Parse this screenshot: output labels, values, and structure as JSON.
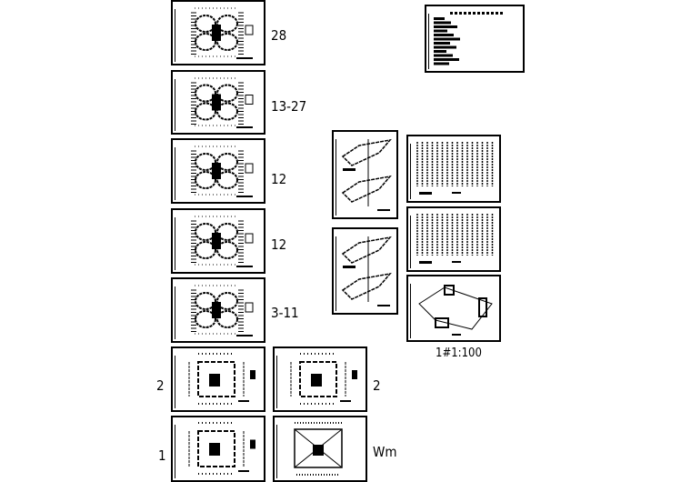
{
  "sheets": [
    {
      "id": "floor-28",
      "kind": "plan",
      "label": "28"
    },
    {
      "id": "floor-13-27",
      "kind": "plan",
      "label": "13-27"
    },
    {
      "id": "floor-12a",
      "kind": "plan",
      "label": "12"
    },
    {
      "id": "floor-12b",
      "kind": "plan",
      "label": "12"
    },
    {
      "id": "floor-3-11",
      "kind": "plan",
      "label": "3-11"
    },
    {
      "id": "floor-2a",
      "kind": "plan2",
      "label": "2"
    },
    {
      "id": "floor-2b",
      "kind": "plan2",
      "label": "2"
    },
    {
      "id": "floor-1",
      "kind": "plan2",
      "label": "1"
    },
    {
      "id": "roof",
      "kind": "roof",
      "label": "Wm"
    },
    {
      "id": "legend",
      "kind": "legend"
    },
    {
      "id": "iso-1",
      "kind": "iso"
    },
    {
      "id": "iso-2",
      "kind": "iso"
    },
    {
      "id": "riser-1",
      "kind": "riser"
    },
    {
      "id": "riser-2",
      "kind": "riser"
    },
    {
      "id": "iso-3d",
      "kind": "iso3d"
    }
  ],
  "scale_label": "1#1:100"
}
